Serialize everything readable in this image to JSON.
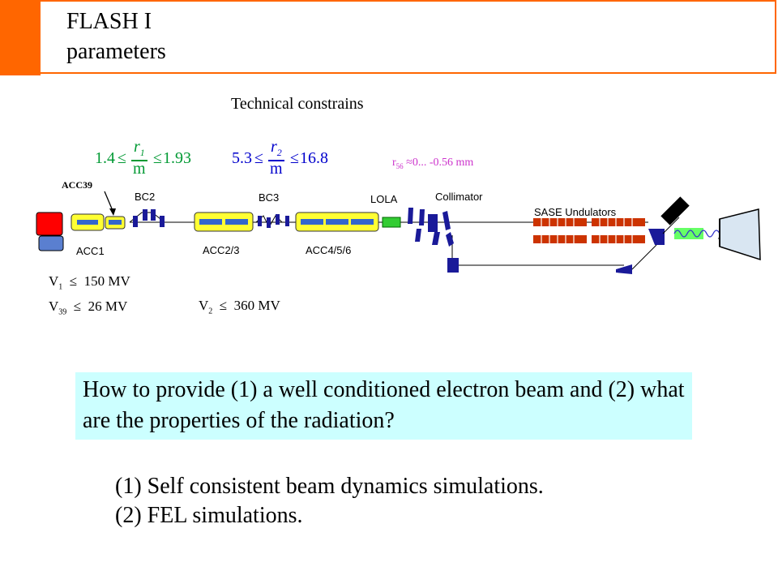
{
  "title": {
    "line1": "FLASH I",
    "line2": "parameters"
  },
  "subheading": "Technical constrains",
  "constraints": {
    "r1": {
      "lower": "1.4",
      "le1": "≤",
      "num": "r",
      "num_sub": "1",
      "den": "m",
      "le2": "≤",
      "upper": "1.93"
    },
    "r2": {
      "lower": "5.3",
      "le1": "≤",
      "num": "r",
      "num_sub": "2",
      "den": "m",
      "le2": "≤",
      "upper": "16.8"
    },
    "r56": {
      "prefix": "r",
      "sub": "56",
      "text": " ≈0... -0.56 mm"
    }
  },
  "diagram": {
    "acc39_label": "ACC39",
    "bc2": "BC2",
    "bc3": "BC3",
    "lola": "LOLA",
    "collimator": "Collimator",
    "sase": "SASE Undulators",
    "acc1": "ACC1",
    "acc23": "ACC2/3",
    "acc456": "ACC4/5/6"
  },
  "voltages": {
    "v1": {
      "prefix": "V",
      "sub": "1",
      "rest": "  ≤  150 MV"
    },
    "v39": {
      "prefix": "V",
      "sub": "39",
      "rest": "  ≤  26 MV"
    },
    "v2": {
      "prefix": "V",
      "sub": "2",
      "rest": "  ≤  360 MV"
    }
  },
  "question": "How to provide (1) a well conditioned electron beam and (2) what are the properties of the radiation?",
  "answers": [
    "(1) Self consistent  beam dynamics  simulations.",
    "(2) FEL simulations."
  ],
  "colors": {
    "accent": "#ff6600",
    "green_formula": "#009933",
    "blue_formula": "#0000cc",
    "magenta": "#cc33cc",
    "question_bg": "#ccffff",
    "cavity_yellow": "#ffff33",
    "cavity_blue": "#3366cc",
    "gun_red": "#ff0000",
    "navy": "#1a1a99"
  }
}
